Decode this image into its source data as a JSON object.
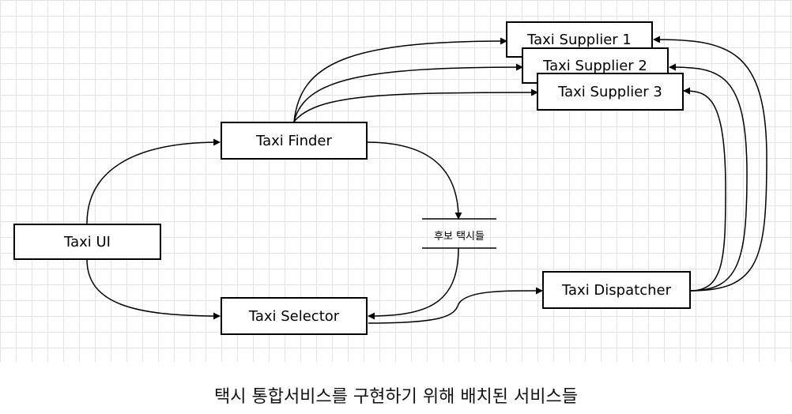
{
  "nodes": {
    "taxi_ui": "Taxi UI",
    "taxi_finder": "Taxi Finder",
    "taxi_selector": "Taxi Selector",
    "taxi_dispatcher": "Taxi Dispatcher",
    "supplier_1": "Taxi Supplier 1",
    "supplier_2": "Taxi Supplier 2",
    "supplier_3": "Taxi Supplier 3"
  },
  "data_store": {
    "label": "후보 택시들"
  },
  "caption": "택시 통합서비스를 구현하기 위해 배치된 서비스들",
  "colors": {
    "grid": "#e3e3e3",
    "stroke": "#000000",
    "background": "#ffffff"
  }
}
